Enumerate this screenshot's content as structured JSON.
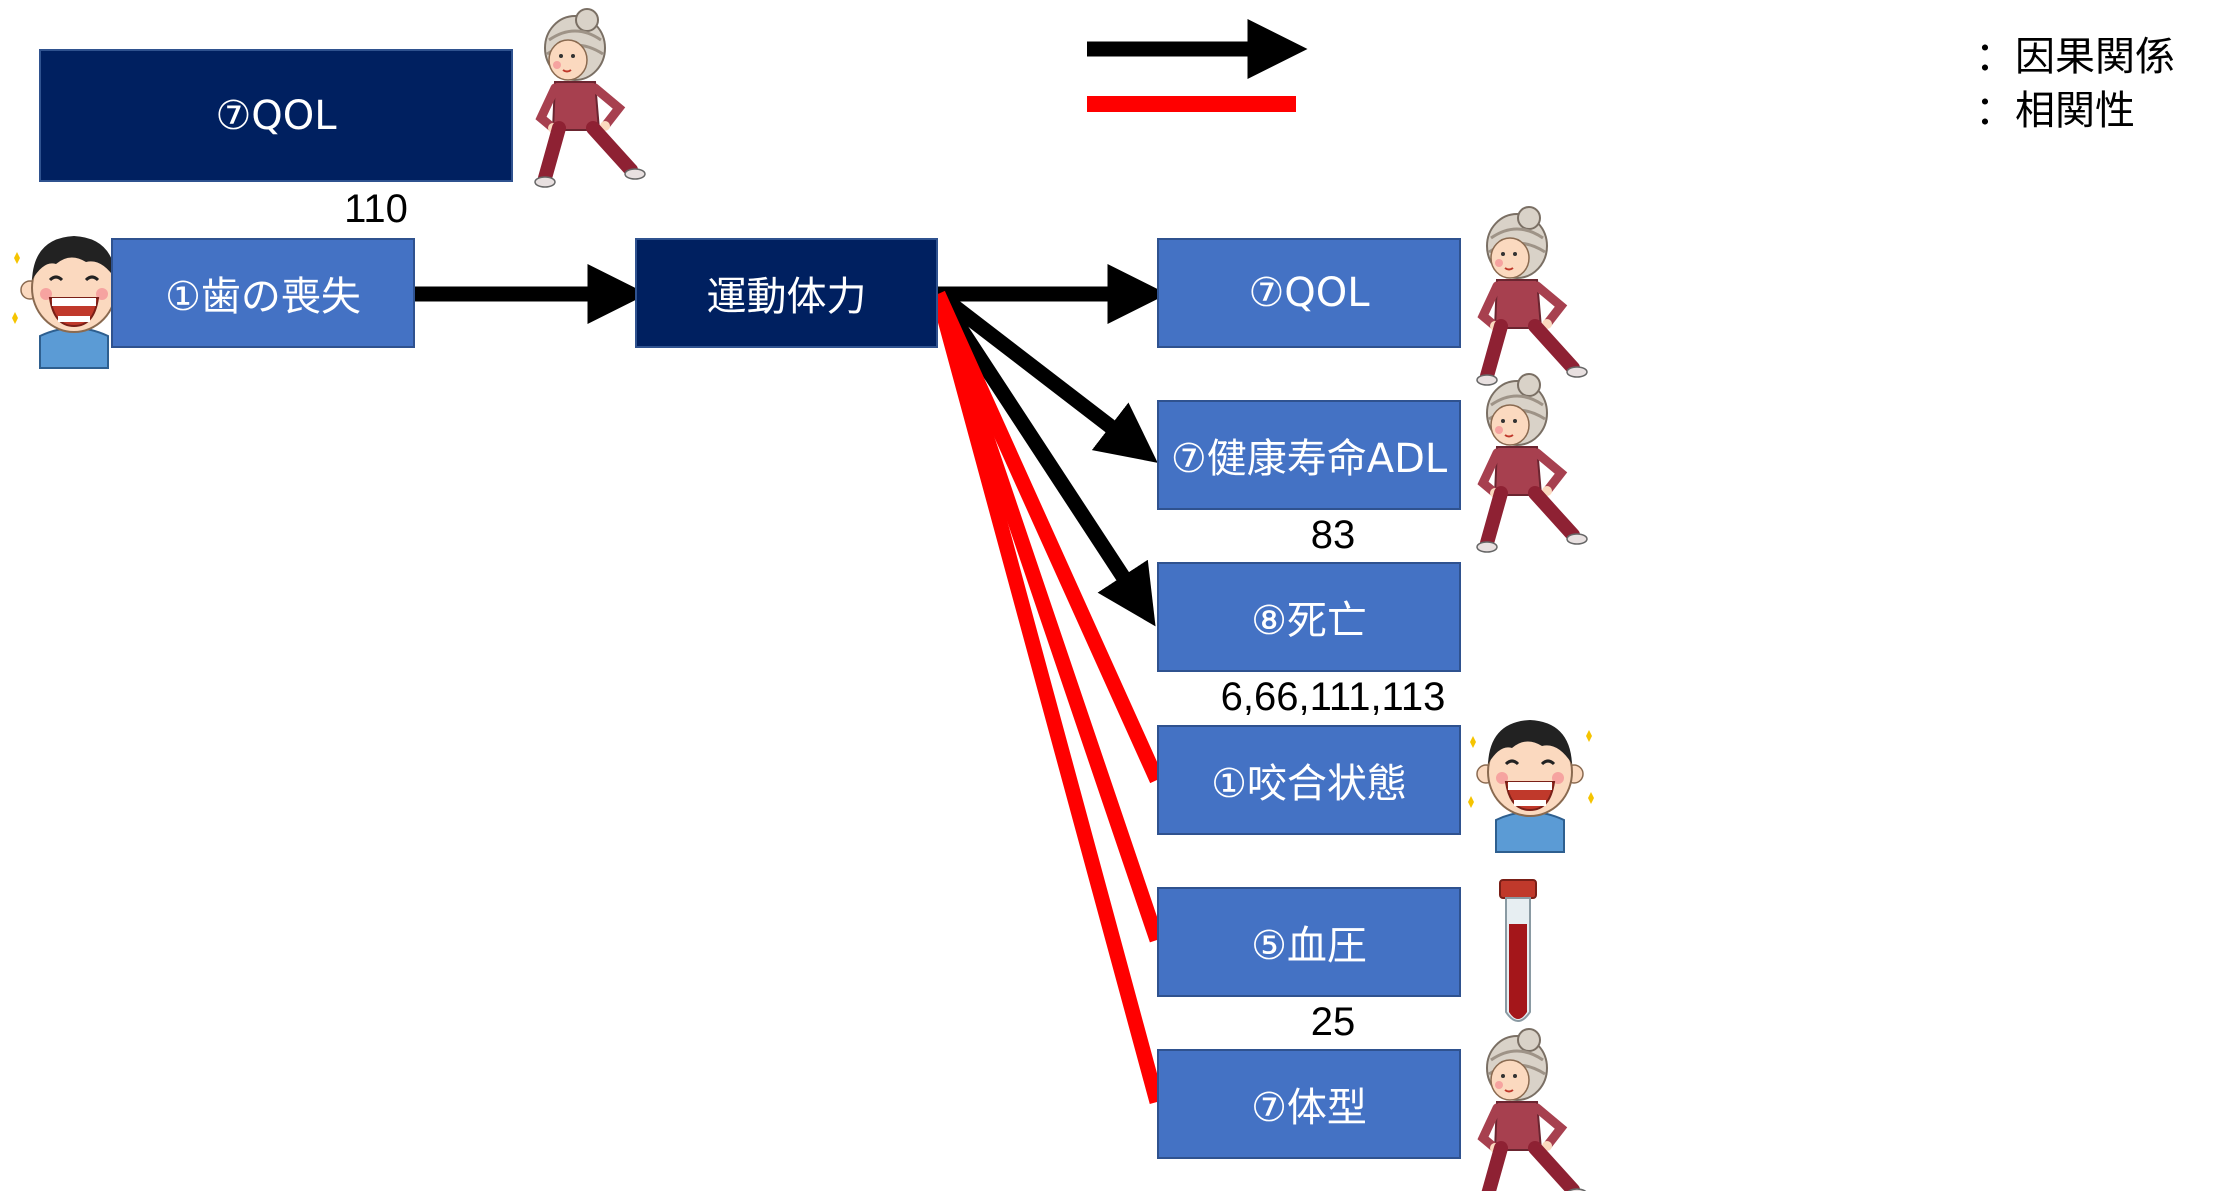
{
  "boxes": {
    "top_qol": "⑦QOL",
    "tooth_loss": "①歯の喪失",
    "motor_fitness": "運動体力",
    "qol": "⑦QOL",
    "healthy_life_adl": "⑦健康寿命ADL",
    "death": "⑧死亡",
    "occlusion": "①咬合状態",
    "blood_pressure": "⑤血圧",
    "body_type": "⑦体型"
  },
  "refs": {
    "tooth_loss": "110",
    "healthy_life_adl": "83",
    "death": "6,66,111,113",
    "blood_pressure": "25"
  },
  "legend": {
    "causal": "：因果関係",
    "correlation": "：相関性"
  },
  "colors": {
    "box_light": "#4472c4",
    "box_dark": "#002060",
    "causal_arrow": "#000000",
    "correlation_line": "#ff0000"
  },
  "icons": [
    "elderly-woman-exercising-icon",
    "smiling-boy-teeth-icon",
    "blood-test-tube-icon"
  ]
}
